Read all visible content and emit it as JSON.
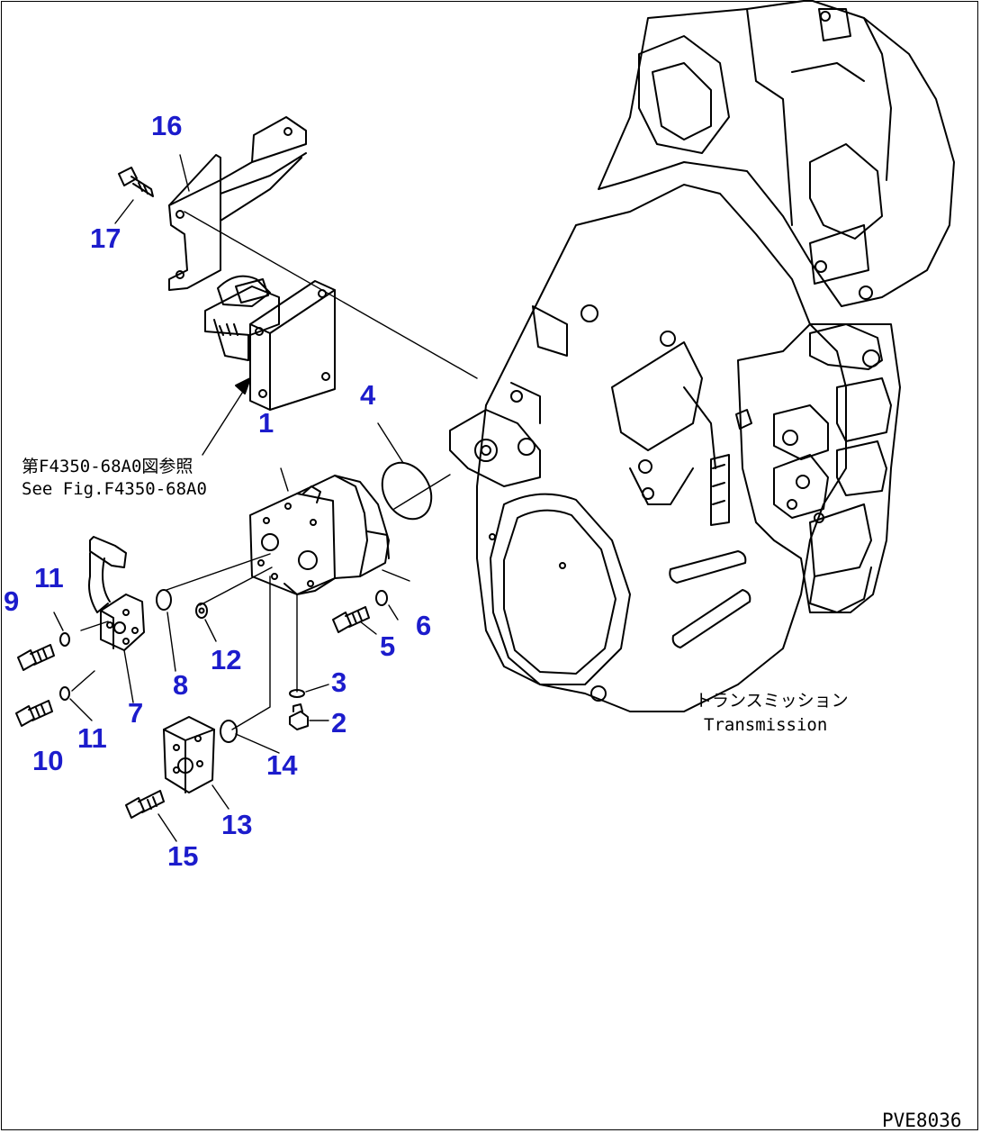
{
  "callouts": [
    "1",
    "2",
    "3",
    "4",
    "5",
    "6",
    "7",
    "8",
    "9",
    "10",
    "11",
    "11",
    "12",
    "13",
    "14",
    "15",
    "16",
    "17"
  ],
  "reference_note": {
    "jp": "第F4350-68A0図参照",
    "en": "See Fig.F4350-68A0"
  },
  "transmission_label": {
    "jp": "トランスミッション",
    "en": "Transmission"
  },
  "doc_id": "PVE8036",
  "colors": {
    "callout": "#1c1ccc",
    "line": "#000000",
    "background": "#ffffff"
  }
}
